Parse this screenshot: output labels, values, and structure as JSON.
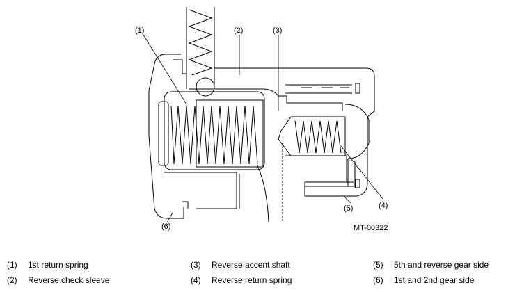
{
  "figure_code": "MT-00322",
  "callouts": [
    "(1)",
    "(2)",
    "(3)",
    "(4)",
    "(5)",
    "(6)"
  ],
  "legend": [
    {
      "num": "(1)",
      "text": "1st return spring"
    },
    {
      "num": "(2)",
      "text": "Reverse check sleeve"
    },
    {
      "num": "(3)",
      "text": "Reverse accent shaft"
    },
    {
      "num": "(4)",
      "text": "Reverse return spring"
    },
    {
      "num": "(5)",
      "text": "5th and reverse gear side"
    },
    {
      "num": "(6)",
      "text": "1st and 2nd gear side"
    }
  ]
}
